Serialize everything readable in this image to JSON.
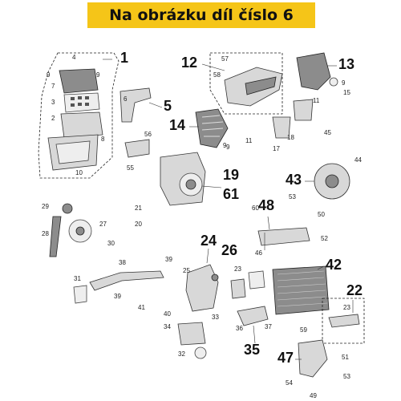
{
  "header": {
    "title": "Na obrázku díl číslo 6",
    "background": "#f5c518"
  },
  "callouts": {
    "big": [
      "1",
      "12",
      "13",
      "5",
      "14",
      "19",
      "61",
      "43",
      "48",
      "24",
      "26",
      "42",
      "22",
      "35",
      "47"
    ],
    "small": [
      "4",
      "9",
      "9",
      "3",
      "7",
      "2",
      "8",
      "6",
      "56",
      "55",
      "58",
      "57",
      "9",
      "15",
      "11",
      "10",
      "9",
      "11",
      "17",
      "18",
      "45",
      "44",
      "29",
      "21",
      "20",
      "27",
      "28",
      "30",
      "53",
      "60",
      "50",
      "52",
      "46",
      "38",
      "39",
      "31",
      "39",
      "41",
      "25",
      "23",
      "40",
      "34",
      "33",
      "32",
      "36",
      "37",
      "23",
      "59",
      "54",
      "49",
      "53",
      "51",
      "9"
    ]
  }
}
